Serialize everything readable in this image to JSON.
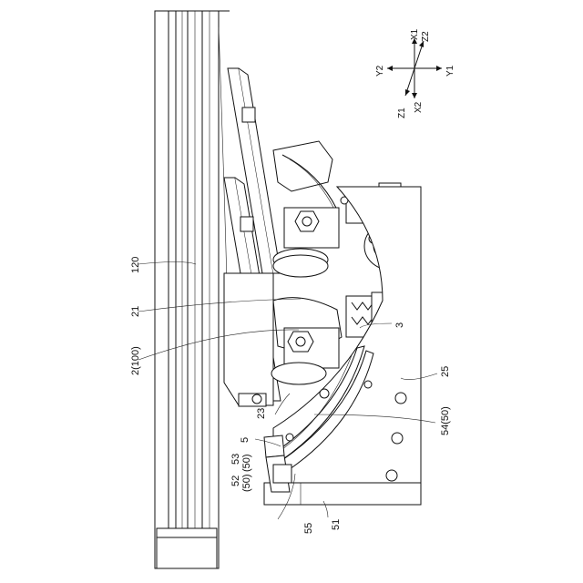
{
  "axes": {
    "x1": "X1",
    "x2": "X2",
    "y1": "Y1",
    "y2": "Y2",
    "z1": "Z1",
    "z2": "Z2"
  },
  "labels": {
    "rail": "120",
    "part21": "21",
    "part2": "2(100)",
    "part3": "3",
    "part25": "25",
    "part23": "23",
    "part5": "5",
    "part54": "54(50)",
    "part52": "52",
    "part52b": "(50)",
    "part53": "53",
    "part53b": "(50)",
    "part55": "55",
    "part51": "51"
  }
}
